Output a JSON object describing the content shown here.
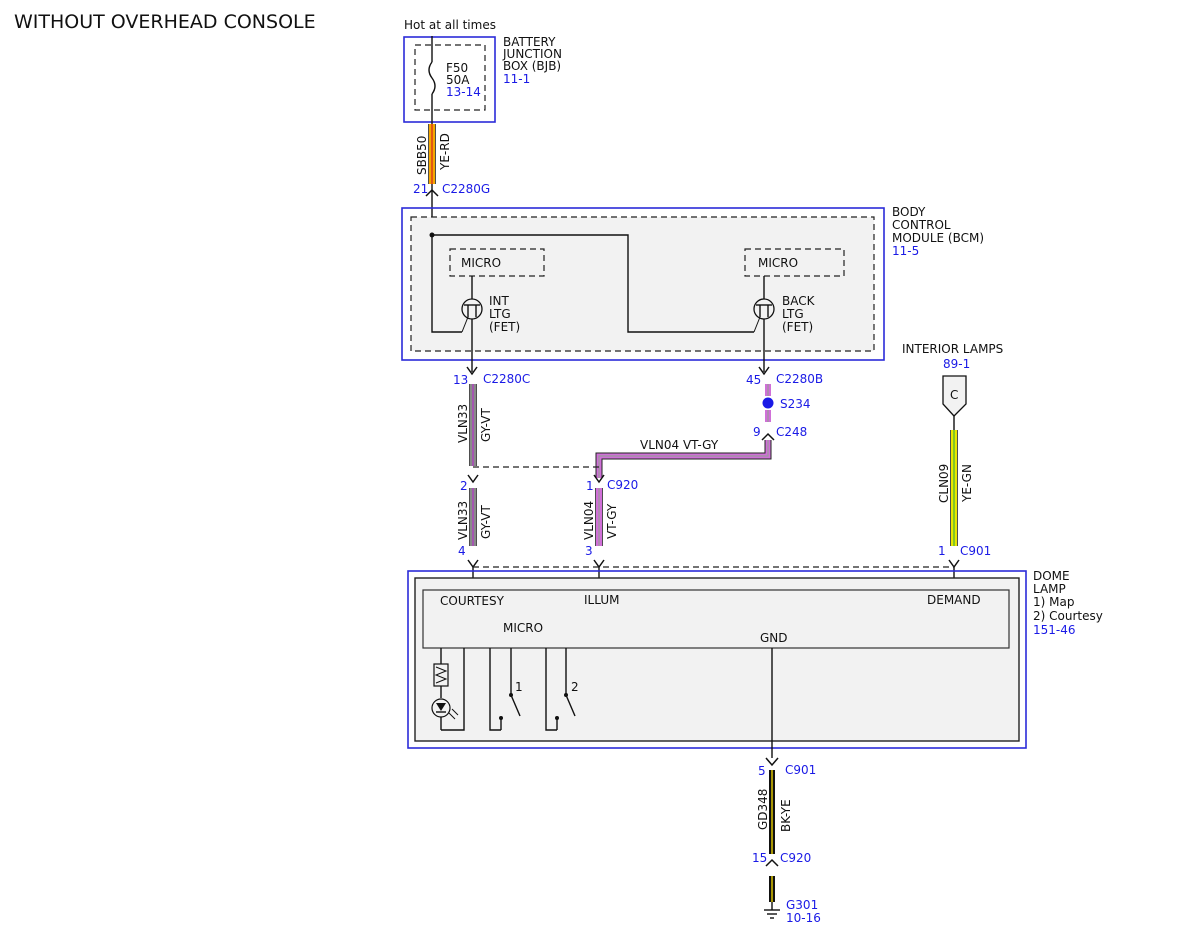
{
  "title": "WITHOUT OVERHEAD CONSOLE",
  "bjb": {
    "hot_label": "Hot at all times",
    "name_lines": [
      "BATTERY",
      "JUNCTION",
      "BOX (BJB)"
    ],
    "ref": "11-1",
    "fuse_id": "F50",
    "fuse_rating": "50A",
    "fuse_ref": "13-14"
  },
  "wire_sbb50": {
    "circuit": "SBB50",
    "color": "YE-RD",
    "pin": "21",
    "connector": "C2280G"
  },
  "bcm": {
    "name_lines": [
      "BODY",
      "CONTROL",
      "MODULE (BCM)"
    ],
    "ref": "11-5",
    "micro_left": "MICRO",
    "micro_right": "MICRO",
    "fet_left_lines": [
      "INT",
      "LTG",
      "(FET)"
    ],
    "fet_right_lines": [
      "BACK",
      "LTG",
      "(FET)"
    ]
  },
  "conn_c2280c": {
    "pin": "13",
    "connector": "C2280C"
  },
  "conn_c2280b": {
    "pin": "45",
    "connector": "C2280B"
  },
  "splice": {
    "id": "S234"
  },
  "conn_c248": {
    "pin": "9",
    "connector": "C248"
  },
  "wire_vln04_top": {
    "label": "VLN04  VT-GY"
  },
  "wire_vln33_top": {
    "circuit": "VLN33",
    "color": "GY-VT"
  },
  "wire_vln33_bottom": {
    "circuit": "VLN33",
    "color": "GY-VT",
    "pin_top": "2",
    "pin_bottom": "4"
  },
  "wire_vln04_bottom": {
    "circuit": "VLN04",
    "color": "VT-GY",
    "pin_top": "1",
    "connector": "C920",
    "pin_bottom": "3"
  },
  "interior_lamps": {
    "label": "INTERIOR LAMPS",
    "ref": "89-1",
    "connector_letter": "C"
  },
  "wire_cln09": {
    "circuit": "CLN09",
    "color": "YE-GN",
    "pin": "1",
    "connector": "C901"
  },
  "dome_lamp": {
    "name_lines": [
      "DOME",
      "LAMP",
      "1) Map",
      "2) Courtesy"
    ],
    "ref": "151-46",
    "courtesy": "COURTESY",
    "illum": "ILLUM",
    "demand": "DEMAND",
    "micro": "MICRO",
    "gnd": "GND",
    "switch1": "1",
    "switch2": "2"
  },
  "wire_gd348": {
    "circuit": "GD348",
    "color": "BK-YE",
    "pin_top": "5",
    "connector_top": "C901",
    "pin_bottom": "15",
    "connector_bottom": "C920"
  },
  "ground": {
    "id": "G301",
    "ref": "10-16"
  },
  "colors": {
    "ye_rd": [
      "#f5a800",
      "#d42020"
    ],
    "gy_vt": [
      "#8a8a8a",
      "#b040c0"
    ],
    "vt_gy": [
      "#d070d8",
      "#9a9a9a"
    ],
    "ye_gn": [
      "#e8e800",
      "#40b040"
    ],
    "bk_ye": [
      "#111111",
      "#e8d000"
    ],
    "reference_blue": "#1a1ae6"
  }
}
